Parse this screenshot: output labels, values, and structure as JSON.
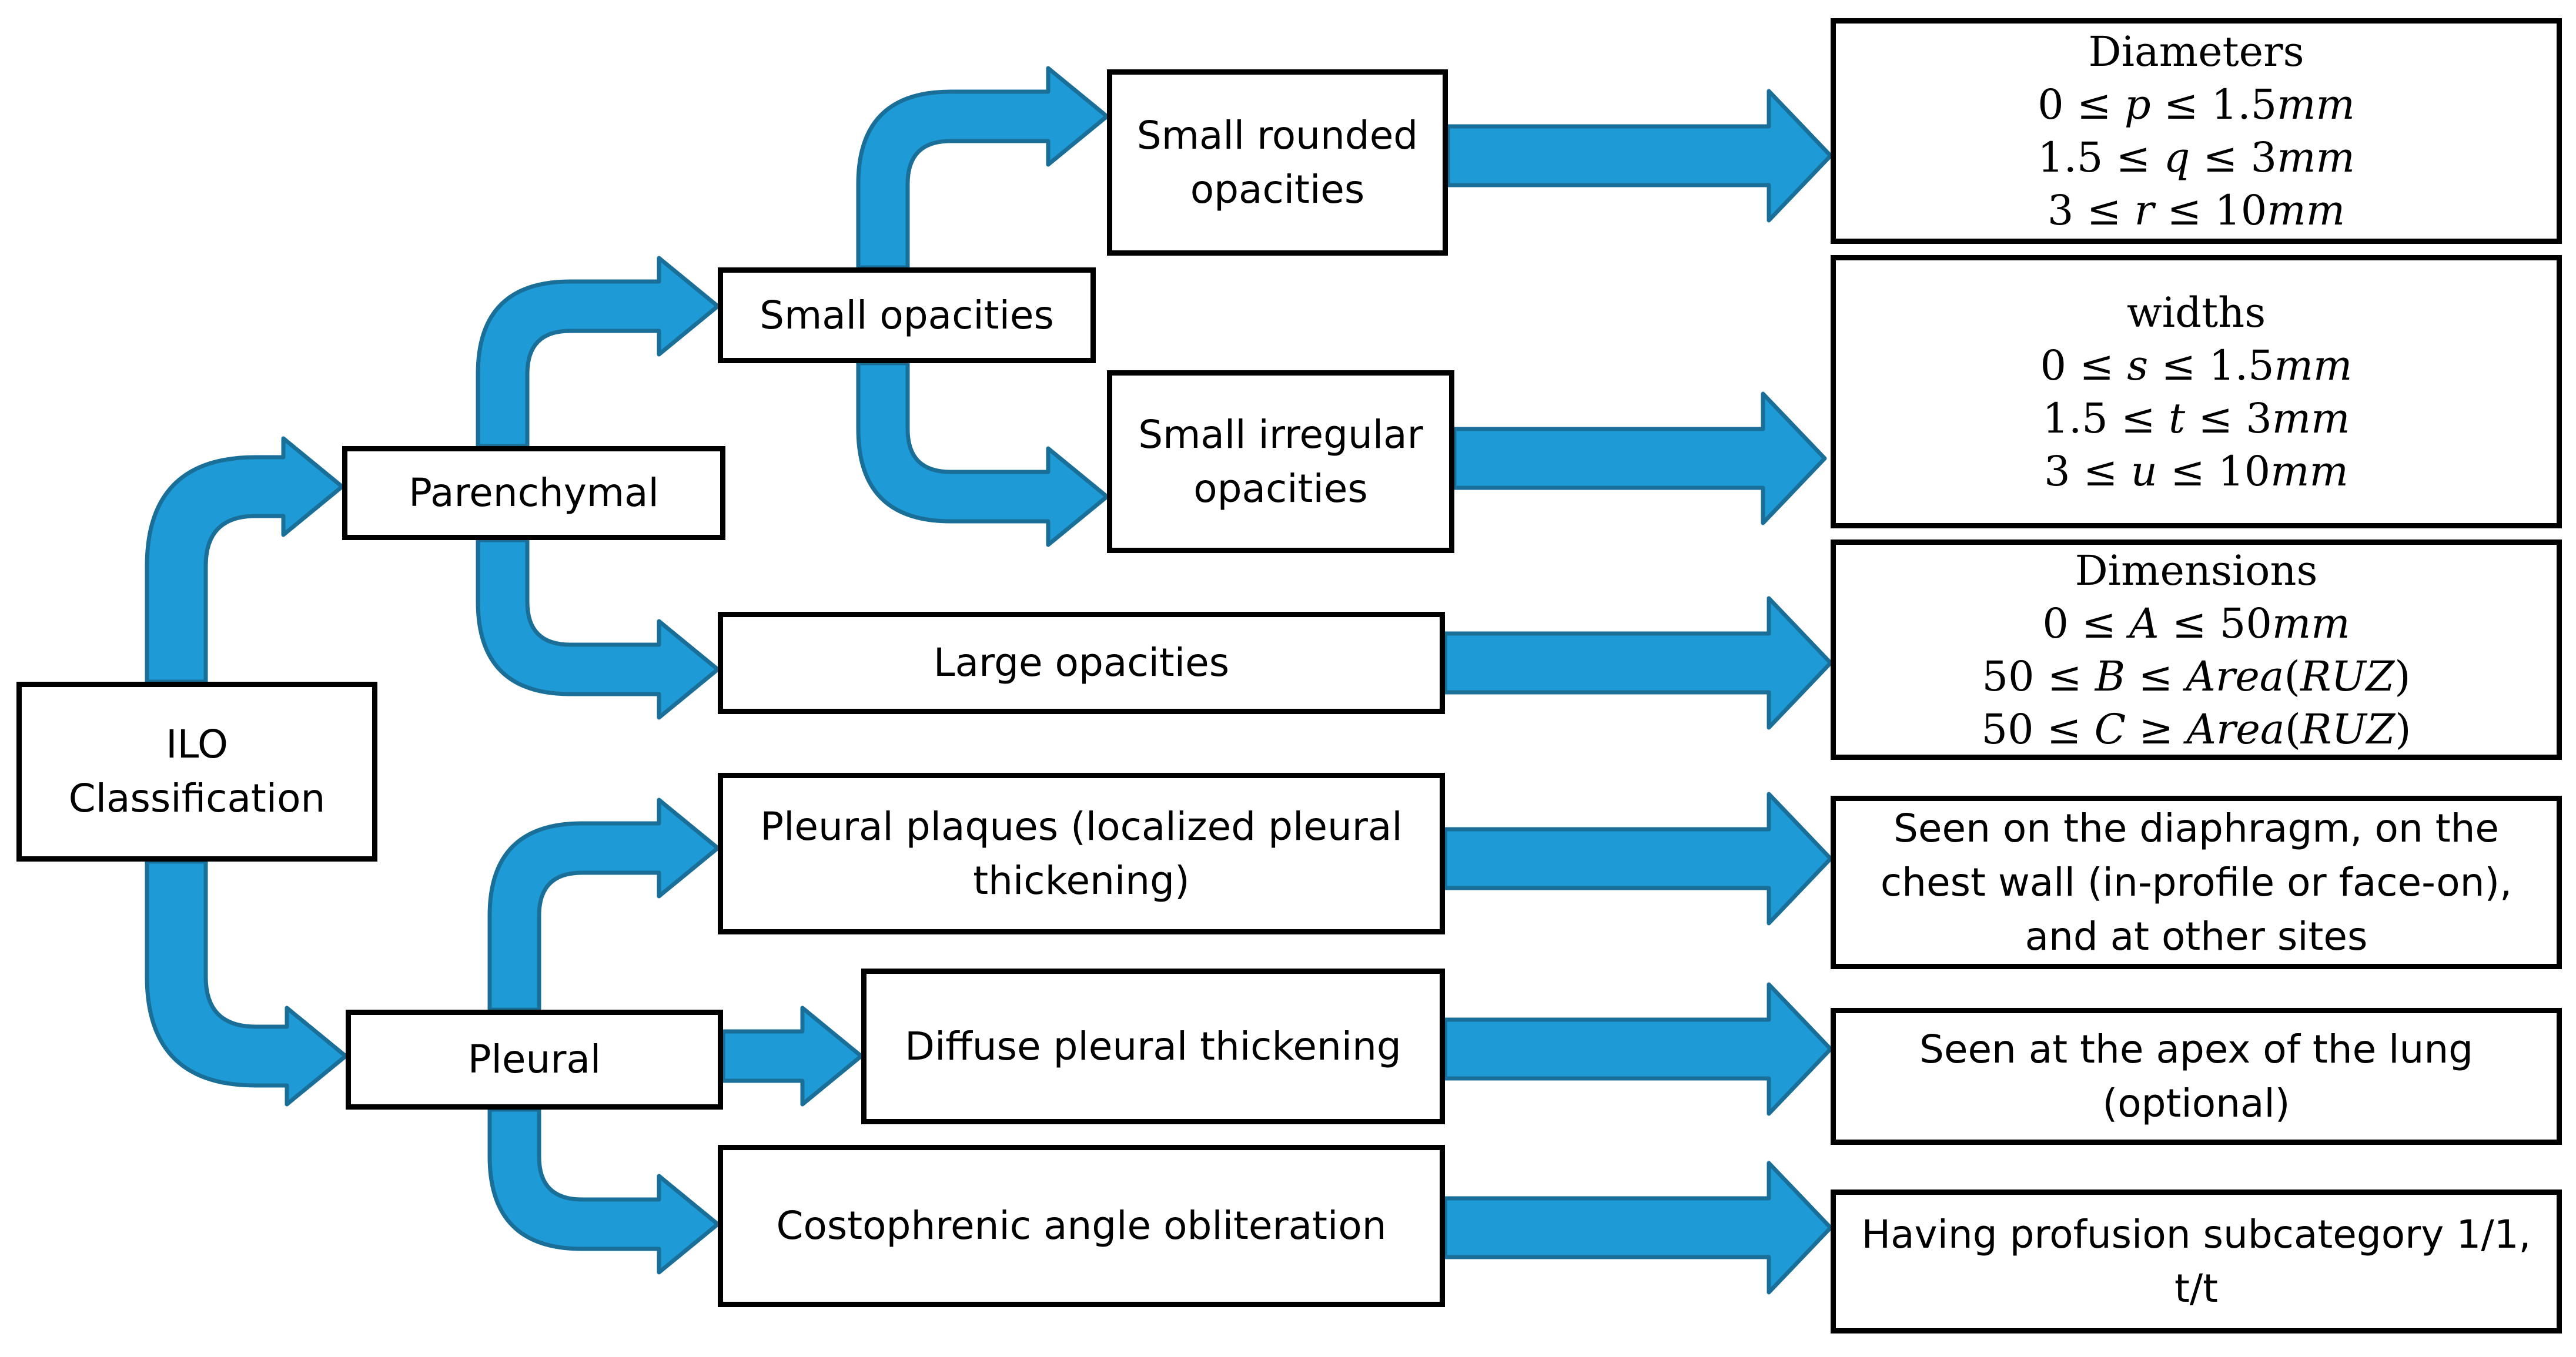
{
  "colors": {
    "arrow_fill": "#1e9bd7",
    "arrow_stroke": "#1a6f99",
    "box_border": "#000000"
  },
  "nodes": {
    "ilo": {
      "lines": [
        "ILO",
        "Classification"
      ]
    },
    "parenchymal": {
      "lines": [
        "Parenchymal"
      ]
    },
    "pleural": {
      "lines": [
        "Pleural"
      ]
    },
    "small_opacities": {
      "lines": [
        "Small opacities"
      ]
    },
    "large_opacities": {
      "lines": [
        "Large opacities"
      ]
    },
    "small_rounded": {
      "lines": [
        "Small rounded",
        "opacities"
      ]
    },
    "small_irregular": {
      "lines": [
        "Small irregular",
        "opacities"
      ]
    },
    "pleural_plaques": {
      "lines": [
        "Pleural plaques (localized pleural",
        "thickening)"
      ]
    },
    "diffuse": {
      "lines": [
        "Diffuse pleural thickening"
      ]
    },
    "costophrenic": {
      "lines": [
        "Costophrenic angle obliteration"
      ]
    },
    "diameters": {
      "title": "Diameters",
      "lines": [
        "0 ≤ p ≤ 1.5mm",
        "1.5 ≤ q ≤ 3mm",
        "3 ≤ r ≤ 10mm"
      ]
    },
    "widths": {
      "title": "widths",
      "lines": [
        "0 ≤ s ≤ 1.5mm",
        "1.5 ≤ t ≤ 3mm",
        "3 ≤ u ≤ 10mm"
      ]
    },
    "dimensions": {
      "title": "Dimensions",
      "lines": [
        "0 ≤ A ≤ 50mm",
        "50 ≤ B ≤ Area(RUZ)",
        "50 ≤ C ≥ Area(RUZ)"
      ]
    },
    "seen_diaphragm": {
      "lines": [
        "Seen on the diaphragm, on the",
        "chest wall (in-profile or face-on),",
        "and at other sites"
      ]
    },
    "seen_apex": {
      "lines": [
        "Seen at the apex of the lung",
        "(optional)"
      ]
    },
    "profusion": {
      "lines": [
        "Having profusion subcategory 1/1,",
        "t/t"
      ]
    }
  }
}
